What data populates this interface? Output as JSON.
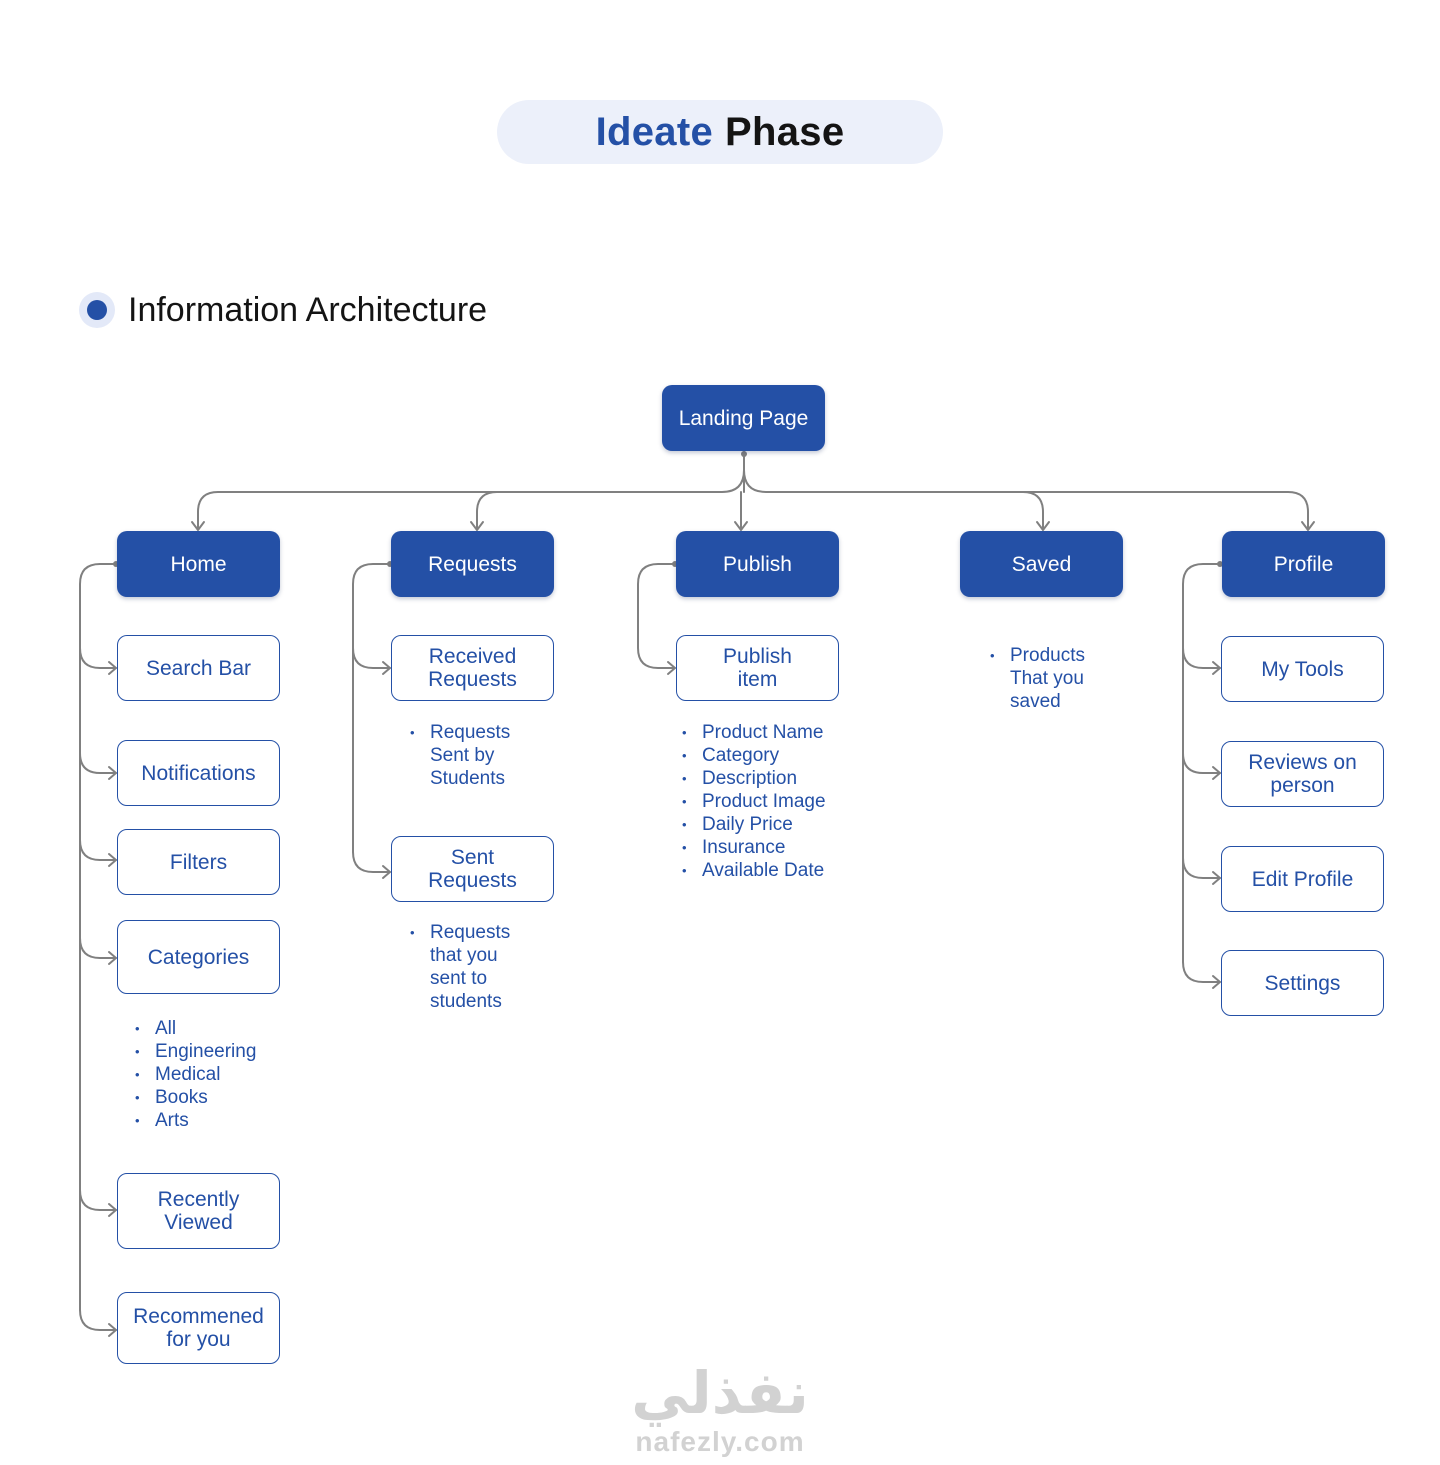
{
  "header": {
    "title_accent": "Ideate",
    "title_main": "Phase"
  },
  "section": {
    "title": "Information Architecture",
    "bullet_icon": "dot-icon"
  },
  "colors": {
    "primary": "#2450a6",
    "title_bg": "#ecf0fa",
    "connector": "#808080"
  },
  "root": {
    "label": "Landing Page"
  },
  "home": {
    "label": "Home",
    "children": [
      "Search Bar",
      "Notifications",
      "Filters",
      "Categories",
      "Recently Viewed",
      "Recommened for you"
    ],
    "categories_list": [
      "All",
      "Engineering",
      "Medical",
      "Books",
      "Arts"
    ]
  },
  "requests": {
    "label": "Requests",
    "received": {
      "label": "Received Requests",
      "notes": [
        "Requests Sent by Students"
      ]
    },
    "sent": {
      "label": "Sent Requests",
      "notes": [
        "Requests that you sent to students"
      ]
    }
  },
  "publish": {
    "label": "Publish",
    "item": {
      "label": "Publish item",
      "fields": [
        "Product Name",
        "Category",
        "Description",
        "Product Image",
        "Daily Price",
        "Insurance",
        "Available Date"
      ]
    }
  },
  "saved": {
    "label": "Saved",
    "notes": [
      "Products That you saved"
    ]
  },
  "profile": {
    "label": "Profile",
    "children": [
      "My Tools",
      "Reviews on person",
      "Edit Profile",
      "Settings"
    ]
  },
  "watermark": {
    "arabic": "نفذلي",
    "latin": "nafezly.com"
  }
}
